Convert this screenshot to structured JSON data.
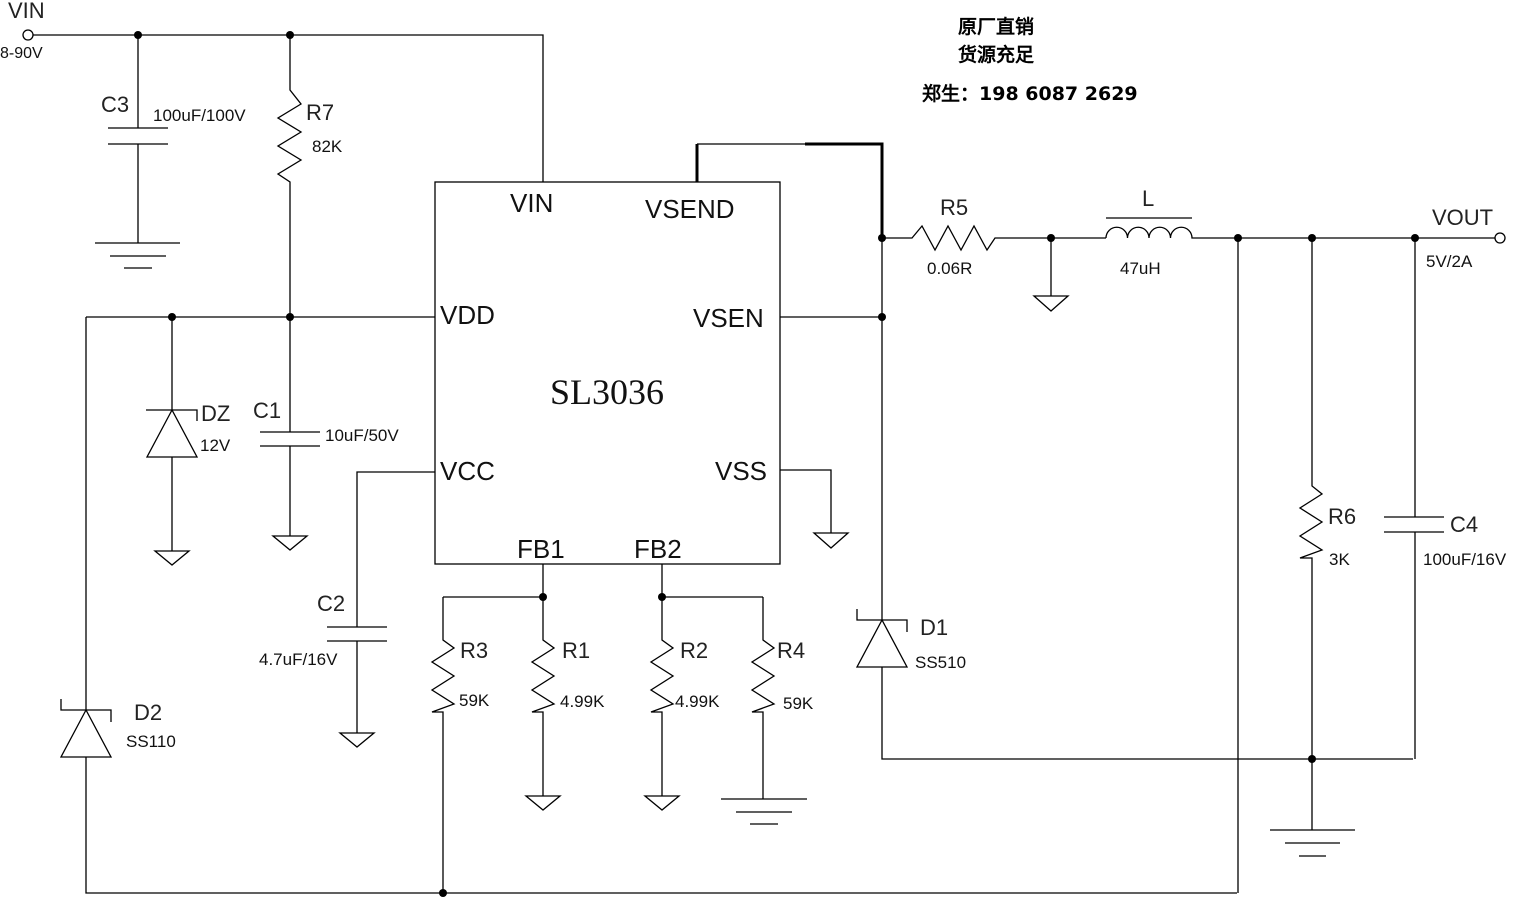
{
  "diagram": {
    "type": "circuit-schematic",
    "ic": {
      "name": "SL3036",
      "pins": {
        "vin": "VIN",
        "vsend": "VSEND",
        "vdd": "VDD",
        "vsen": "VSEN",
        "vcc": "VCC",
        "vss": "VSS",
        "fb1": "FB1",
        "fb2": "FB2"
      }
    },
    "input": {
      "label": "VIN",
      "range": "8-90V"
    },
    "output": {
      "label": "VOUT",
      "rating": "5V/2A"
    },
    "components": {
      "C3": {
        "ref": "C3",
        "value": "100uF/100V"
      },
      "R7": {
        "ref": "R7",
        "value": "82K"
      },
      "DZ": {
        "ref": "DZ",
        "value": "12V"
      },
      "C1": {
        "ref": "C1",
        "value": "10uF/50V"
      },
      "C2": {
        "ref": "C2",
        "value": "4.7uF/16V"
      },
      "D2": {
        "ref": "D2",
        "value": "SS110"
      },
      "R3": {
        "ref": "R3",
        "value": "59K"
      },
      "R1": {
        "ref": "R1",
        "value": "4.99K"
      },
      "R2": {
        "ref": "R2",
        "value": "4.99K"
      },
      "R4": {
        "ref": "R4",
        "value": "59K"
      },
      "R5": {
        "ref": "R5",
        "value": "0.06R"
      },
      "L": {
        "ref": "L",
        "value": "47uH"
      },
      "D1": {
        "ref": "D1",
        "value": "SS510"
      },
      "R6": {
        "ref": "R6",
        "value": "3K"
      },
      "C4": {
        "ref": "C4",
        "value": "100uF/16V"
      }
    },
    "promo": {
      "line1": "原厂直销",
      "line2": "货源充足",
      "contact": "郑生：198  6087  2629"
    }
  }
}
